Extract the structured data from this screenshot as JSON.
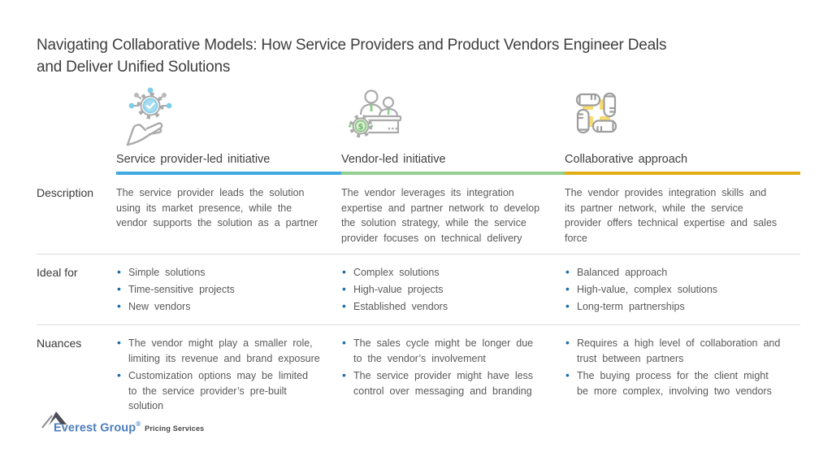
{
  "title": {
    "line1": "Navigating Collaborative Models: How Service Providers and Product Vendors Engineer Deals",
    "line2": "and Deliver Unified Solutions"
  },
  "rows": {
    "description": "Description",
    "ideal_for": "Ideal for",
    "nuances": "Nuances"
  },
  "columns": [
    {
      "label": "Service provider-led initiative",
      "icon": "hand-presenting-network-gear-icon",
      "accent": "#3FA9E1",
      "description": "The service provider leads the solution using its market presence, while the vendor supports the solution as a partner",
      "ideal_for": [
        "Simple solutions",
        "Time-sensitive projects",
        "New vendors"
      ],
      "nuances": [
        "The vendor might play a smaller role, limiting its revenue and brand exposure",
        "Customization options may be limited to the service provider’s pre-built solution"
      ]
    },
    {
      "label": "Vendor-led initiative",
      "icon": "vendor-sales-desk-dollar-gear-icon",
      "accent": "#92CF90",
      "description": "The vendor leverages its integration expertise and partner network to develop the solution strategy, while the service provider focuses on technical delivery",
      "ideal_for": [
        "Complex solutions",
        "High-value projects",
        "Established vendors"
      ],
      "nuances": [
        "The sales cycle might be longer due to the vendor’s involvement",
        "The service provider might have less control over messaging and branding"
      ]
    },
    {
      "label": "Collaborative approach",
      "icon": "four-hands-puzzle-icon",
      "accent": "#E2AC15",
      "description": "The vendor provides integration skills and its partner network, while the service provider offers technical expertise and sales force",
      "ideal_for": [
        "Balanced approach",
        "High-value, complex solutions",
        "Long-term partnerships"
      ],
      "nuances": [
        "Requires a high level of collaboration and trust between partners",
        "The buying process for the client might be more complex, involving two vendors"
      ]
    }
  ],
  "colors": {
    "bullet": "#1B6CA8",
    "separator": "#DCDCDC",
    "title_text": "#3E3E3E",
    "body_text": "#595959",
    "logo_blue": "#4D7EBD",
    "accent_blue": "#3FA9E1",
    "accent_green": "#92CF90",
    "accent_gold": "#E2AC15"
  },
  "footer": {
    "brand": "Everest Group",
    "registered_mark": "®",
    "tagline": "Pricing Services"
  }
}
